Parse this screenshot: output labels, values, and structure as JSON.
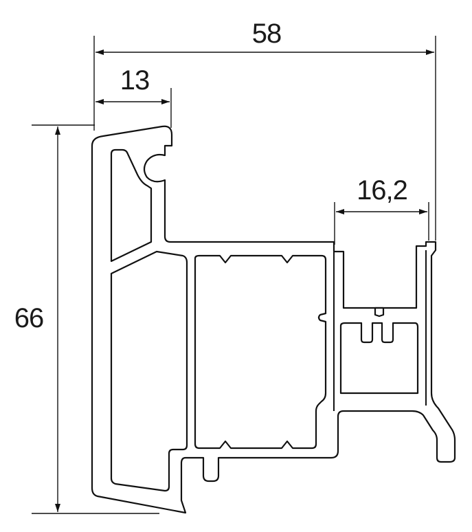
{
  "diagram": {
    "dimensions": {
      "overall_width": "58",
      "lip_width": "13",
      "groove_width": "16,2",
      "overall_height": "66"
    },
    "colors": {
      "line": "#111111",
      "fill": "#ffffff",
      "text": "#1a1a1a"
    }
  }
}
